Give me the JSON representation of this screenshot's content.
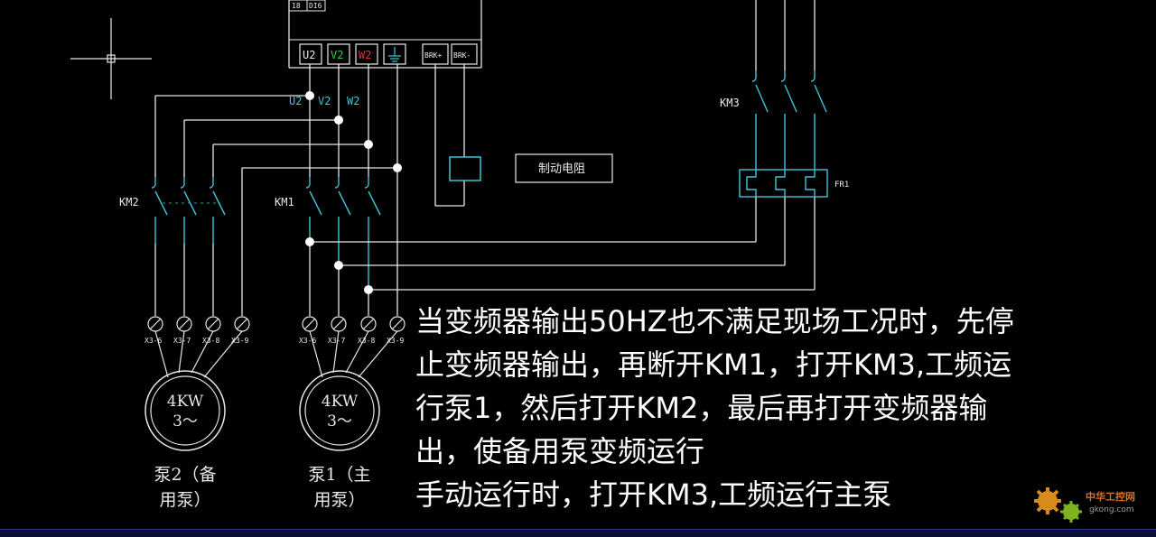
{
  "labels": {
    "inverter_terminals": [
      "U2",
      "V2",
      "W2",
      "BRK+",
      "BRK-"
    ],
    "inverter_top_cells": [
      "18",
      "DI6"
    ],
    "bus_labels": [
      "U2",
      "V2",
      "W2"
    ],
    "contactor_km1": "KM1",
    "contactor_km2": "KM2",
    "contactor_km3": "KM3",
    "overload_relay": "FR1",
    "braking_resistor": "制动电阻",
    "terminals_pump2": [
      "X3-6",
      "X3-7",
      "X3-8",
      "X3-9"
    ],
    "terminals_pump1": [
      "X3-6",
      "X3-7",
      "X3-8",
      "X3-9"
    ],
    "motor2_power": "4KW",
    "motor2_phase": "3～",
    "motor1_power": "4KW",
    "motor1_phase": "3～",
    "pump2_label_line1": "泵2（备",
    "pump2_label_line2": "用泵）",
    "pump1_label_line1": "泵1（主",
    "pump1_label_line2": "用泵）"
  },
  "description": {
    "line1": "当变频器输出50HZ也不满足现场工况时，先停",
    "line2": "止变频器输出，再断开KM1，打开KM3,工频运",
    "line3": "行泵1，然后打开KM2，最后再打开变频器输",
    "line4": "出，使备用泵变频运行",
    "line5": "手动运行时，打开KM3,工频运行主泵"
  },
  "watermark": {
    "site_name": "中华工控网",
    "site_url": "gkong.com"
  },
  "colors": {
    "background": "#000000",
    "wire": "#e8e8e8",
    "symbol": "#3ec6d8",
    "phase_v": "#2ecc40",
    "phase_w": "#e03030",
    "text": "#ffffff"
  }
}
